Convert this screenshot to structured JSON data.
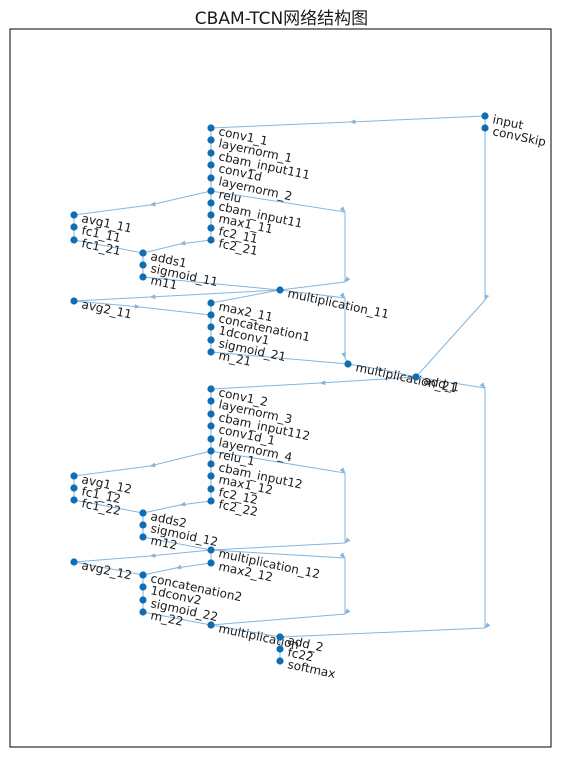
{
  "figure": {
    "title": "CBAM-TCN网络结构图",
    "colors": {
      "node": "#0f6db4",
      "edge": "#86b6dd",
      "axes": "#000000"
    }
  },
  "graph": {
    "nodes": [
      {
        "id": "input",
        "label": "input"
      },
      {
        "id": "convSkip",
        "label": "convSkip"
      },
      {
        "id": "conv1_1",
        "label": "conv1_1"
      },
      {
        "id": "layernorm_1",
        "label": "layernorm_1"
      },
      {
        "id": "cbam_input111",
        "label": "cbam_input111"
      },
      {
        "id": "conv1d",
        "label": "conv1d"
      },
      {
        "id": "layernorm_2",
        "label": "layernorm_2"
      },
      {
        "id": "relu",
        "label": "relu"
      },
      {
        "id": "cbam_input11",
        "label": "cbam_input11"
      },
      {
        "id": "max1_11",
        "label": "max1_11"
      },
      {
        "id": "fc2_11",
        "label": "fc2_11"
      },
      {
        "id": "fc2_21",
        "label": "fc2_21"
      },
      {
        "id": "avg1_11",
        "label": "avg1_11"
      },
      {
        "id": "fc1_11",
        "label": "fc1_11"
      },
      {
        "id": "fc1_21",
        "label": "fc1_21"
      },
      {
        "id": "adds1",
        "label": "adds1"
      },
      {
        "id": "sigmoid_11",
        "label": "sigmoid_11"
      },
      {
        "id": "m11",
        "label": "m11"
      },
      {
        "id": "multiplication_11",
        "label": "multiplication_11"
      },
      {
        "id": "avg2_11",
        "label": "avg2_11"
      },
      {
        "id": "max2_11",
        "label": "max2_11"
      },
      {
        "id": "concatenation1",
        "label": "concatenation1"
      },
      {
        "id": "1dconv1",
        "label": "1dconv1"
      },
      {
        "id": "sigmoid_21",
        "label": "sigmoid_21"
      },
      {
        "id": "m_21",
        "label": "m_21"
      },
      {
        "id": "multiplication_21",
        "label": "multiplication_21"
      },
      {
        "id": "add_1",
        "label": "add_1"
      },
      {
        "id": "conv1_2",
        "label": "conv1_2"
      },
      {
        "id": "layernorm_3",
        "label": "layernorm_3"
      },
      {
        "id": "cbam_input112",
        "label": "cbam_input112"
      },
      {
        "id": "conv1d_1",
        "label": "conv1d_1"
      },
      {
        "id": "layernorm_4",
        "label": "layernorm_4"
      },
      {
        "id": "relu_1",
        "label": "relu_1"
      },
      {
        "id": "cbam_input12",
        "label": "cbam_input12"
      },
      {
        "id": "max1_12",
        "label": "max1_12"
      },
      {
        "id": "fc2_12",
        "label": "fc2_12"
      },
      {
        "id": "fc2_22",
        "label": "fc2_22"
      },
      {
        "id": "avg1_12",
        "label": "avg1_12"
      },
      {
        "id": "fc1_12",
        "label": "fc1_12"
      },
      {
        "id": "fc1_22",
        "label": "fc1_22"
      },
      {
        "id": "adds2",
        "label": "adds2"
      },
      {
        "id": "sigmoid_12",
        "label": "sigmoid_12"
      },
      {
        "id": "m12",
        "label": "m12"
      },
      {
        "id": "multiplication_12",
        "label": "multiplication_12"
      },
      {
        "id": "max2_12",
        "label": "max2_12"
      },
      {
        "id": "avg2_12",
        "label": "avg2_12"
      },
      {
        "id": "concatenation2",
        "label": "concatenation2"
      },
      {
        "id": "1dconv2",
        "label": "1dconv2"
      },
      {
        "id": "sigmoid_22",
        "label": "sigmoid_22"
      },
      {
        "id": "m_22",
        "label": "m_22"
      },
      {
        "id": "multiplication",
        "label": "multiplication"
      },
      {
        "id": "add_2",
        "label": "add_2"
      },
      {
        "id": "fc22",
        "label": "fc22"
      },
      {
        "id": "softmax",
        "label": "softmax"
      }
    ],
    "edges": [
      [
        "input",
        "convSkip"
      ],
      [
        "input",
        "conv1_1"
      ],
      [
        "convSkip",
        "add_1"
      ],
      [
        "conv1_1",
        "layernorm_1"
      ],
      [
        "layernorm_1",
        "cbam_input111"
      ],
      [
        "cbam_input111",
        "conv1d"
      ],
      [
        "conv1d",
        "layernorm_2"
      ],
      [
        "layernorm_2",
        "relu"
      ],
      [
        "relu",
        "cbam_input11"
      ],
      [
        "relu",
        "avg1_11"
      ],
      [
        "relu",
        "multiplication_11"
      ],
      [
        "cbam_input11",
        "max1_11"
      ],
      [
        "max1_11",
        "fc2_11"
      ],
      [
        "fc2_11",
        "fc2_21"
      ],
      [
        "avg1_11",
        "fc1_11"
      ],
      [
        "fc1_11",
        "fc1_21"
      ],
      [
        "fc1_21",
        "adds1"
      ],
      [
        "fc2_21",
        "adds1"
      ],
      [
        "adds1",
        "sigmoid_11"
      ],
      [
        "sigmoid_11",
        "m11"
      ],
      [
        "m11",
        "multiplication_11"
      ],
      [
        "multiplication_11",
        "avg2_11"
      ],
      [
        "multiplication_11",
        "max2_11"
      ],
      [
        "multiplication_11",
        "multiplication_21"
      ],
      [
        "avg2_11",
        "concatenation1"
      ],
      [
        "max2_11",
        "concatenation1"
      ],
      [
        "concatenation1",
        "1dconv1"
      ],
      [
        "1dconv1",
        "sigmoid_21"
      ],
      [
        "sigmoid_21",
        "m_21"
      ],
      [
        "m_21",
        "multiplication_21"
      ],
      [
        "multiplication_21",
        "add_1"
      ],
      [
        "add_1",
        "conv1_2"
      ],
      [
        "add_1",
        "add_2"
      ],
      [
        "conv1_2",
        "layernorm_3"
      ],
      [
        "layernorm_3",
        "cbam_input112"
      ],
      [
        "cbam_input112",
        "conv1d_1"
      ],
      [
        "conv1d_1",
        "layernorm_4"
      ],
      [
        "layernorm_4",
        "relu_1"
      ],
      [
        "relu_1",
        "cbam_input12"
      ],
      [
        "relu_1",
        "avg1_12"
      ],
      [
        "relu_1",
        "multiplication_12"
      ],
      [
        "cbam_input12",
        "max1_12"
      ],
      [
        "max1_12",
        "fc2_12"
      ],
      [
        "fc2_12",
        "fc2_22"
      ],
      [
        "avg1_12",
        "fc1_12"
      ],
      [
        "fc1_12",
        "fc1_22"
      ],
      [
        "fc1_22",
        "adds2"
      ],
      [
        "fc2_22",
        "adds2"
      ],
      [
        "adds2",
        "sigmoid_12"
      ],
      [
        "sigmoid_12",
        "m12"
      ],
      [
        "m12",
        "multiplication_12"
      ],
      [
        "multiplication_12",
        "avg2_12"
      ],
      [
        "multiplication_12",
        "max2_12"
      ],
      [
        "multiplication_12",
        "multiplication"
      ],
      [
        "avg2_12",
        "concatenation2"
      ],
      [
        "max2_12",
        "concatenation2"
      ],
      [
        "concatenation2",
        "1dconv2"
      ],
      [
        "1dconv2",
        "sigmoid_22"
      ],
      [
        "sigmoid_22",
        "m_22"
      ],
      [
        "m_22",
        "multiplication"
      ],
      [
        "multiplication",
        "add_2"
      ],
      [
        "add_2",
        "fc22"
      ],
      [
        "fc22",
        "softmax"
      ]
    ]
  }
}
